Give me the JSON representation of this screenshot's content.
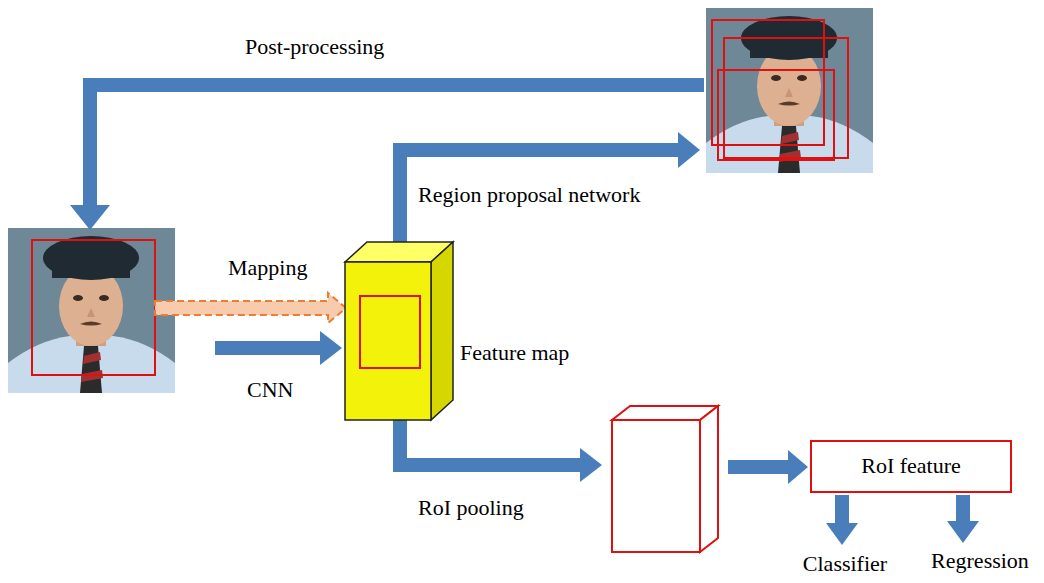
{
  "diagram": {
    "nodes": [
      {
        "text": [
          "Feature map"
        ]
      },
      {
        "text": [
          "RoI feature"
        ]
      }
    ],
    "labels": [
      "Post-processing",
      "Region proposal network",
      "Mapping",
      "CNN",
      "RoI pooling",
      "Classifier",
      "Regression"
    ]
  }
}
